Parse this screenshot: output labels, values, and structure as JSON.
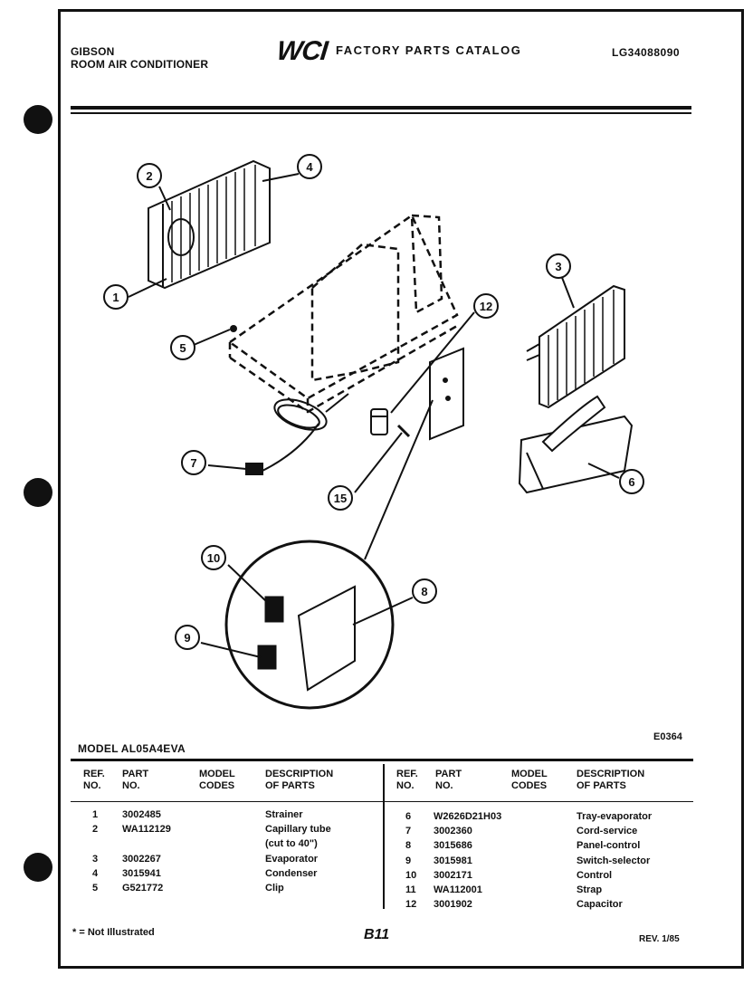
{
  "header": {
    "brand": "GIBSON",
    "product": "ROOM AIR CONDITIONER",
    "logo": "WCI",
    "title": "FACTORY PARTS CATALOG",
    "catalog_no": "LG34088090"
  },
  "diagram": {
    "code": "E0364",
    "callouts": [
      "1",
      "2",
      "3",
      "4",
      "5",
      "6",
      "7",
      "8",
      "9",
      "10",
      "12",
      "15"
    ]
  },
  "model": "MODEL AL05A4EVA",
  "table": {
    "headers": {
      "ref": [
        "REF.",
        "NO."
      ],
      "part": [
        "PART",
        "NO."
      ],
      "model": [
        "MODEL",
        "CODES"
      ],
      "desc": [
        "DESCRIPTION",
        "OF PARTS"
      ]
    },
    "left_rows": [
      {
        "ref": "1",
        "part": "3002485",
        "desc": "Strainer"
      },
      {
        "ref": "2",
        "part": "WA112129",
        "desc": "Capillary tube"
      },
      {
        "ref": "",
        "part": "",
        "desc": "(cut to 40\")"
      },
      {
        "ref": "3",
        "part": "3002267",
        "desc": "Evaporator"
      },
      {
        "ref": "4",
        "part": "3015941",
        "desc": "Condenser"
      },
      {
        "ref": "5",
        "part": "G521772",
        "desc": "Clip"
      }
    ],
    "right_rows": [
      {
        "ref": "6",
        "part": "W2626D21H03",
        "desc": "Tray-evaporator"
      },
      {
        "ref": "7",
        "part": "3002360",
        "desc": "Cord-service"
      },
      {
        "ref": "8",
        "part": "3015686",
        "desc": "Panel-control"
      },
      {
        "ref": "9",
        "part": "3015981",
        "desc": "Switch-selector"
      },
      {
        "ref": "10",
        "part": "3002171",
        "desc": "Control"
      },
      {
        "ref": "11",
        "part": "WA112001",
        "desc": "Strap"
      },
      {
        "ref": "12",
        "part": "3001902",
        "desc": "Capacitor"
      }
    ]
  },
  "footer": {
    "note": "* = Not Illustrated",
    "page": "B11",
    "rev": "REV. 1/85"
  },
  "colors": {
    "ink": "#111111",
    "paper": "#ffffff"
  }
}
